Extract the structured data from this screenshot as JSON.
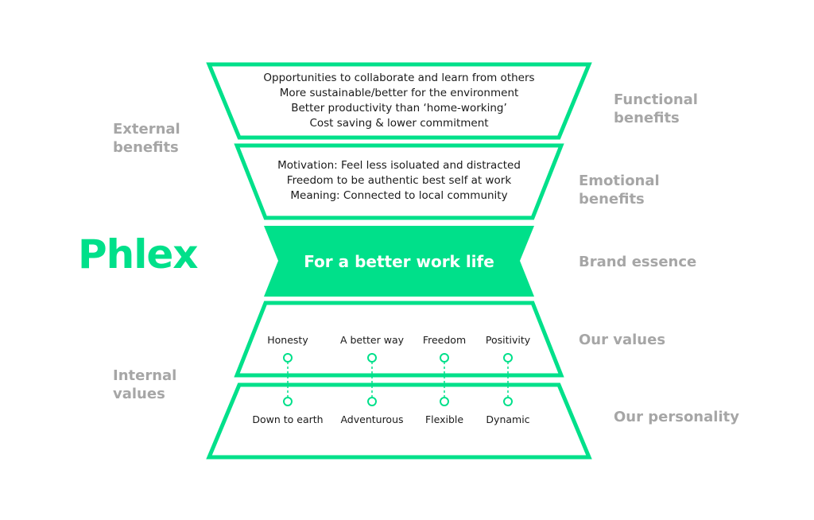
{
  "brand": {
    "logo_text": "Phlex",
    "accent_color": "#00e08a",
    "label_color": "#a6a6a6"
  },
  "left_labels": {
    "external": "External\nbenefits",
    "internal": "Internal\nvalues"
  },
  "right_labels": {
    "functional": "Functional\nbenefits",
    "emotional": "Emotional\nbenefits",
    "essence": "Brand essence",
    "values": "Our values",
    "personality": "Our personality"
  },
  "functional_benefits": [
    "Opportunities to collaborate and learn from others",
    "More sustainable/better for the environment",
    "Better productivity than ‘home-working’",
    "Cost saving & lower commitment"
  ],
  "emotional_benefits": [
    "Motivation: Feel less isoluated and distracted",
    "Freedom to be authentic best self at work",
    "Meaning: Connected to local community"
  ],
  "brand_essence": "For a better work life",
  "values": [
    "Honesty",
    "A better way",
    "Freedom",
    "Positivity"
  ],
  "personality": [
    "Down to earth",
    "Adventurous",
    "Flexible",
    "Dynamic"
  ]
}
